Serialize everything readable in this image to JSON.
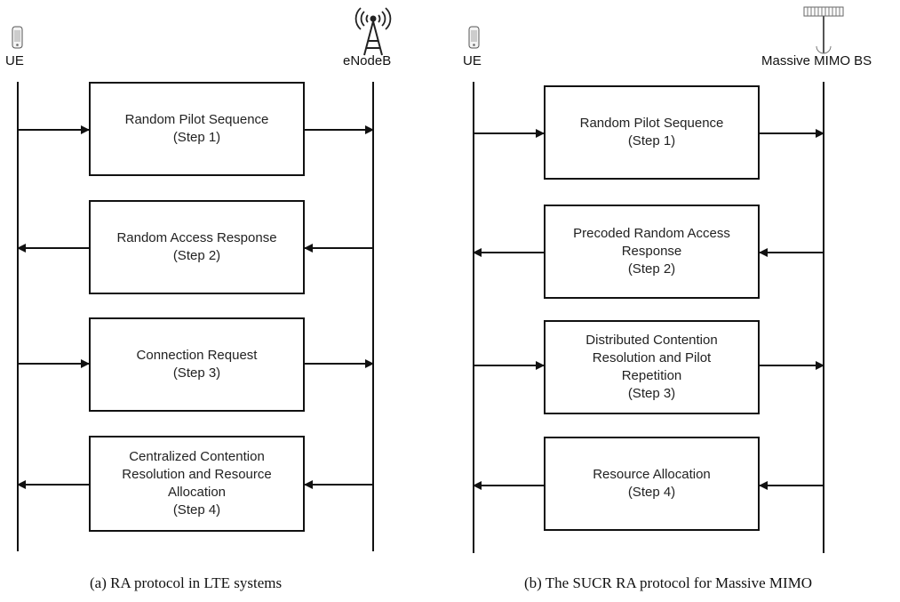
{
  "left": {
    "ue_label": "UE",
    "bs_label": "eNodeB",
    "steps": [
      {
        "lines": [
          "Random Pilot Sequence",
          "(Step 1)"
        ],
        "direction": "uplink"
      },
      {
        "lines": [
          "Random Access Response",
          "(Step 2)"
        ],
        "direction": "downlink"
      },
      {
        "lines": [
          "Connection Request",
          "(Step 3)"
        ],
        "direction": "uplink"
      },
      {
        "lines": [
          "Centralized Contention",
          "Resolution and Resource",
          "Allocation",
          "(Step 4)"
        ],
        "direction": "downlink"
      }
    ],
    "caption": "(a)  RA protocol in LTE systems"
  },
  "right": {
    "ue_label": "UE",
    "bs_label": "Massive MIMO BS",
    "steps": [
      {
        "lines": [
          "Random Pilot Sequence",
          "(Step 1)"
        ],
        "direction": "uplink"
      },
      {
        "lines": [
          "Precoded Random Access",
          "Response",
          "(Step 2)"
        ],
        "direction": "downlink"
      },
      {
        "lines": [
          "Distributed Contention",
          "Resolution and Pilot",
          "Repetition",
          "(Step 3)"
        ],
        "direction": "uplink"
      },
      {
        "lines": [
          "Resource Allocation",
          "(Step 4)"
        ],
        "direction": "downlink"
      }
    ],
    "caption": "(b)  The SUCR RA protocol for Massive MIMO"
  }
}
